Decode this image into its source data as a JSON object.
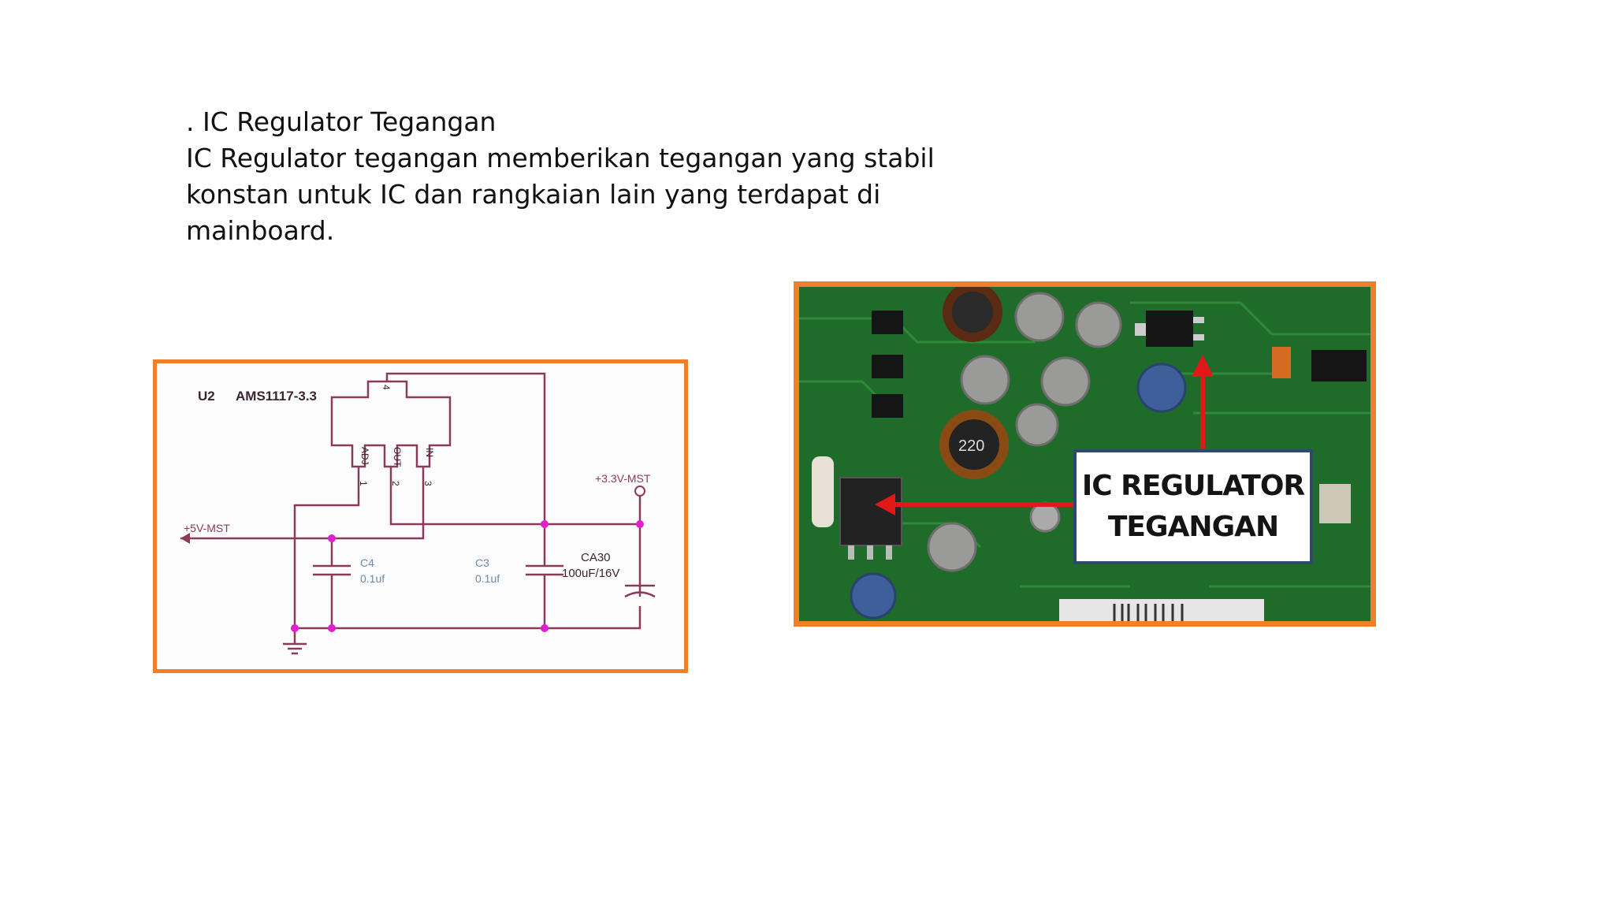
{
  "slide": {
    "heading": ". IC Regulator Tegangan",
    "body_lines": [
      "IC Regulator tegangan memberikan tegangan yang stabil",
      "konstan untuk IC dan rangkaian lain yang terdapat di",
      "mainboard."
    ]
  },
  "schematic": {
    "ref": "U2",
    "part": "AMS1117-3.3",
    "pin_tab": "4",
    "pin_labels": [
      "ADJ",
      "OUT",
      "IN"
    ],
    "pin_numbers": [
      "1",
      "2",
      "3"
    ],
    "net_in": "+5V-MST",
    "net_out": "+3.3V-MST",
    "capacitors": [
      {
        "ref": "C4",
        "value": "0.1uf"
      },
      {
        "ref": "C3",
        "value": "0.1uf"
      },
      {
        "ref": "CA30",
        "value": "100uF/16V"
      }
    ]
  },
  "photo": {
    "label_line1": "IC REGULATOR",
    "label_line2": "TEGANGAN",
    "component_marking": "220"
  },
  "colors": {
    "frame": "#f07f2a",
    "wire": "#8a3a5a",
    "junction": "#e020d0",
    "pcb": "#1f6b2a",
    "arrow": "#e01818"
  }
}
